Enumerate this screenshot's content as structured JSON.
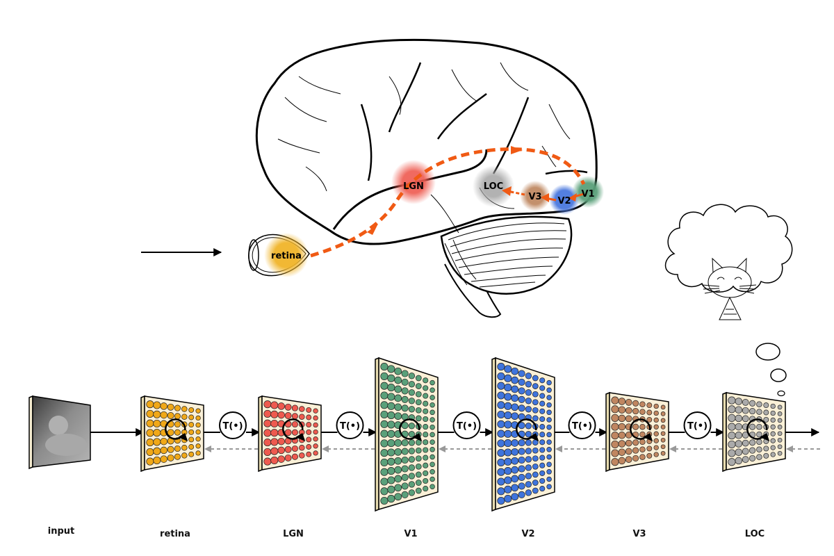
{
  "brain": {
    "regions": [
      {
        "id": "retina",
        "label": "retina",
        "color": "#f0b429"
      },
      {
        "id": "lgn",
        "label": "LGN",
        "color": "#ee5a4f"
      },
      {
        "id": "loc",
        "label": "LOC",
        "color": "#a9a9a9"
      },
      {
        "id": "v3",
        "label": "V3",
        "color": "#c08a64"
      },
      {
        "id": "v2",
        "label": "V2",
        "color": "#4a78de"
      },
      {
        "id": "v1",
        "label": "V1",
        "color": "#5aa07a"
      }
    ],
    "pathway_color": "#f05a14"
  },
  "pipeline": {
    "transform_label": "T(•)",
    "stages": [
      {
        "id": "input",
        "label": "input"
      },
      {
        "id": "retina",
        "label": "retina",
        "color": "#f0a818"
      },
      {
        "id": "lgn",
        "label": "LGN",
        "color": "#ee5a4f"
      },
      {
        "id": "v1",
        "label": "V1",
        "color": "#5aa07a"
      },
      {
        "id": "v2",
        "label": "V2",
        "color": "#3f74dc"
      },
      {
        "id": "v3",
        "label": "V3",
        "color": "#c08660"
      },
      {
        "id": "loc",
        "label": "LOC",
        "color": "#aaaaaa"
      }
    ]
  },
  "thought_bubble": {
    "content": "cat-drawing"
  }
}
